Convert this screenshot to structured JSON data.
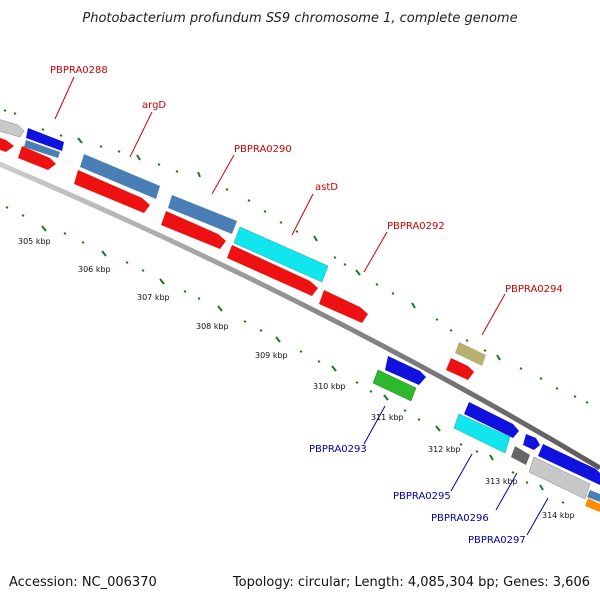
{
  "title": "Photobacterium profundum SS9 chromosome 1, complete genome",
  "footer": {
    "accession": "Accession: NC_006370",
    "info": "Topology: circular; Length: 4,085,304 bp; Genes: 3,606"
  },
  "colors": {
    "forward_label": "#cc0000",
    "reverse_label": "#0000aa",
    "backbone": "#8a8a8a",
    "tick": "#1a7a1a",
    "red_feature": "#ee1111",
    "steelblue_feature": "#4a7fb5",
    "cyan_feature": "#11e6ee",
    "blue_feature": "#1111dd",
    "green_feature": "#2db82d",
    "khaki_feature": "#b8b070",
    "gray_feature": "#c8c8c8",
    "darkgray_feature": "#666666",
    "orange_feature": "#ff8c00"
  },
  "scale_labels": [
    "305 kbp",
    "306 kbp",
    "307 kbp",
    "308 kbp",
    "309 kbp",
    "310 kbp",
    "311 kbp",
    "312 kbp",
    "313 kbp",
    "314 kbp"
  ],
  "forward_labels": [
    "PBPRA0288",
    "argD",
    "PBPRA0290",
    "astD",
    "PBPRA0292",
    "PBPRA0294"
  ],
  "reverse_labels": [
    "PBPRA0293",
    "PBPRA0295",
    "PBPRA0296",
    "PBPRA0297"
  ]
}
